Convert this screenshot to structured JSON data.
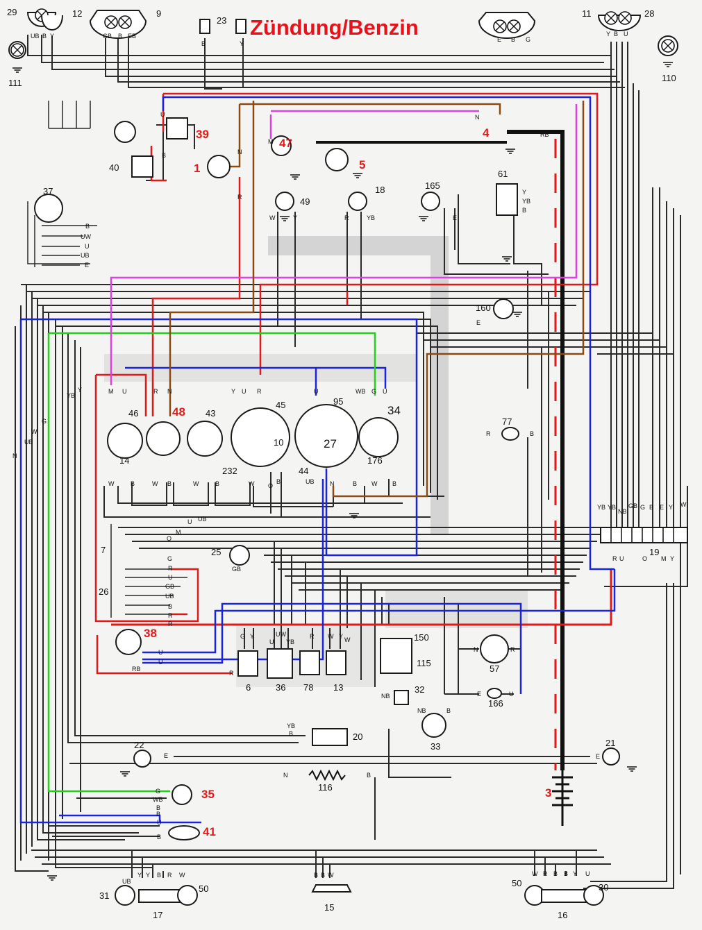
{
  "title": "Zündung/Benzin",
  "colors": {
    "title": "#e8121b",
    "red_wire": "#e01a1a",
    "blue_wire": "#1a24e0",
    "green_wire": "#22d11a",
    "magenta_wire": "#e040e0",
    "brown_wire": "#8a4a12",
    "black_wire": "#222222"
  },
  "components": {
    "c1": "1",
    "c3": "3",
    "c4": "4",
    "c5": "5",
    "c6": "6",
    "c7": "7",
    "c9": "9",
    "c10": "10",
    "c11": "11",
    "c12": "12",
    "c13": "13",
    "c14": "14",
    "c15": "15",
    "c16": "16",
    "c17": "17",
    "c18": "18",
    "c19": "19",
    "c20": "20",
    "c21": "21",
    "c22": "22",
    "c23": "23",
    "c25": "25",
    "c26": "26",
    "c27": "27",
    "c28": "28",
    "c29": "29",
    "c30": "30",
    "c31": "31",
    "c32": "32",
    "c33": "33",
    "c34": "34",
    "c35": "35",
    "c36": "36",
    "c37": "37",
    "c38": "38",
    "c39": "39",
    "c40": "40",
    "c41": "41",
    "c43": "43",
    "c44": "44",
    "c45": "45",
    "c46": "46",
    "c47": "47",
    "c48": "48",
    "c49": "49",
    "c50a": "50",
    "c50b": "50",
    "c57": "57",
    "c61": "61",
    "c77": "77",
    "c78": "78",
    "c95": "95",
    "c110": "110",
    "c111": "111",
    "c115": "115",
    "c116": "116",
    "c150": "150",
    "c160": "160",
    "c165": "165",
    "c166": "166",
    "c176": "176",
    "c232": "232"
  },
  "wire_codes": {
    "ub": "UB",
    "b": "B",
    "y": "Y",
    "gb": "GB",
    "eb": "EB",
    "e": "E",
    "g": "G",
    "u": "U",
    "n": "N",
    "m": "M",
    "r": "R",
    "w": "W",
    "yb": "YB",
    "uw": "UW",
    "rb": "RB",
    "nb": "NB",
    "wb": "WB",
    "o": "O"
  }
}
